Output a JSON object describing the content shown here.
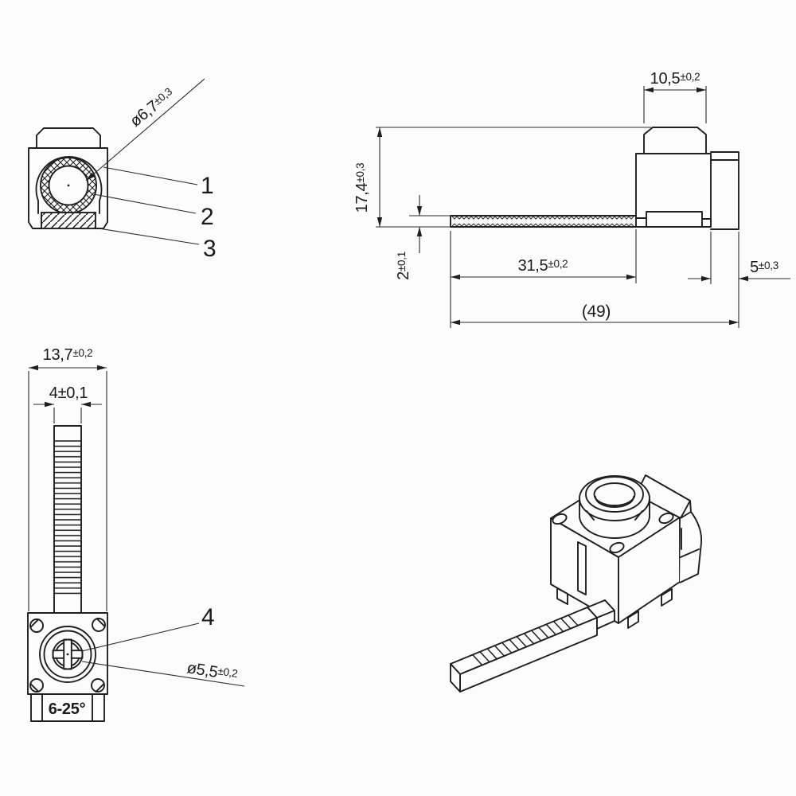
{
  "meta": {
    "drawing_type": "technical-drawing",
    "units": "mm",
    "colors": {
      "background": "#fcfcfc",
      "line": "#1f1f1f",
      "dim_line": "#2a2a2a",
      "text": "#1a1a1a"
    }
  },
  "front_view": {
    "dim_hole_diameter": {
      "value": "ø6,7",
      "tol": "±0,3"
    },
    "callout_1": "1",
    "callout_2": "2",
    "callout_3": "3"
  },
  "side_view": {
    "dim_head_width": {
      "value": "10,5",
      "tol": "±0,2"
    },
    "dim_total_height": {
      "value": "17,4",
      "tol": "±0,3"
    },
    "dim_strap_thickness": {
      "value": "2",
      "tol": "±0,1"
    },
    "dim_strap_length": {
      "value": "31,5",
      "tol": "±0,2"
    },
    "dim_end_width": {
      "value": "5",
      "tol": "±0,3"
    },
    "dim_overall_length": "(49)"
  },
  "top_view": {
    "dim_base_width": {
      "value": "13,7",
      "tol": "±0,2"
    },
    "dim_strap_width": "4±0,1",
    "dim_screw_diameter": {
      "value": "ø5,5",
      "tol": "±0,2"
    },
    "callout_4": "4",
    "marking": "6-25°"
  },
  "iso_view": {
    "label": "isometric-view"
  }
}
